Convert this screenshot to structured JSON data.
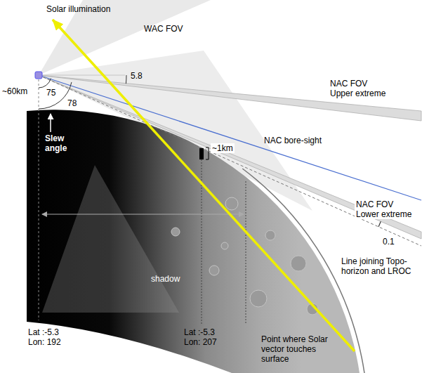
{
  "diagram": {
    "labels": [
      "Solar illumination",
      "WAC FOV",
      "~60km",
      "75",
      "78",
      "5.8",
      "Slew angle",
      "NAC FOV Upper extreme",
      "NAC bore-sight",
      "~1km",
      "NAC FOV Lower extreme",
      "0.1",
      "Line joining Topo-horizon and LROC",
      "shadow",
      "Lat :-5.3 Lon: 192",
      "Lat :-5.3 Lon: 207",
      "Point where Solar vector touches surface"
    ]
  }
}
